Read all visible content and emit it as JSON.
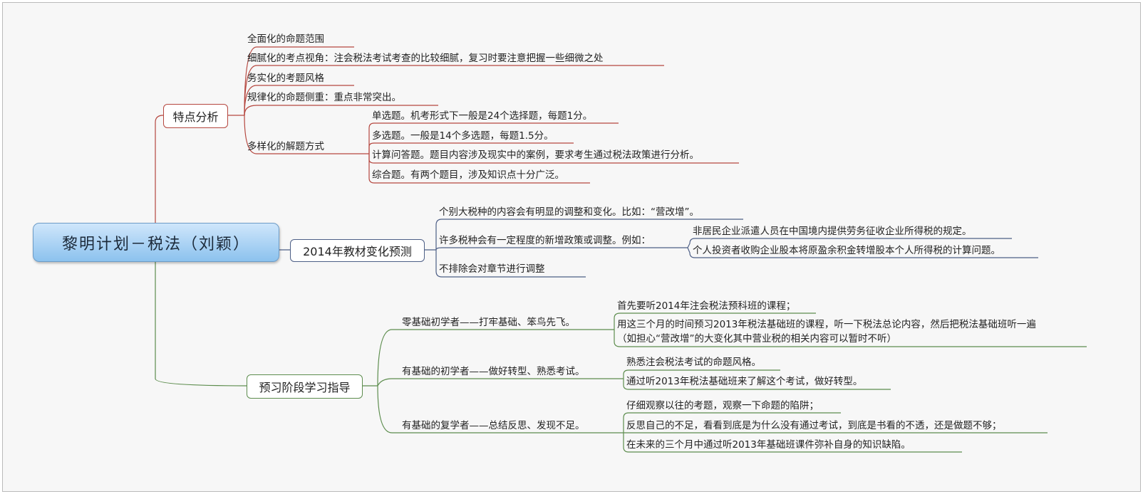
{
  "root": "黎明计划－税法（刘颖）",
  "branch1": {
    "title": "特点分析",
    "items": [
      "全面化的命题范围",
      "细腻化的考点视角：注会税法考试考查的比较细腻，复习时要注意把握一些细微之处",
      "务实化的考题风格",
      "规律化的命题侧重：重点非常突出。",
      "多样化的解题方式"
    ],
    "sub": [
      "单选题。机考形式下一般是24个选择题，每题1分。",
      "多选题。一般是14个多选题，每题1.5分。",
      "计算问答题。题目内容涉及现实中的案例，要求考生通过税法政策进行分析。",
      "综合题。有两个题目，涉及知识点十分广泛。"
    ]
  },
  "branch2": {
    "title": "2014年教材变化预测",
    "items": [
      "个别大税种的内容会有明显的调整和变化。比如：“营改增”。",
      "许多税种会有一定程度的新增政策或调整。例如：",
      "不排除会对章节进行调整"
    ],
    "sub": [
      "非居民企业派遣人员在中国境内提供劳务征收企业所得税的规定。",
      "个人投资者收购企业股本将原盈余积金转增股本个人所得税的计算问题。"
    ]
  },
  "branch3": {
    "title": "预习阶段学习指导",
    "items": [
      "零基础初学者——打牢基础、笨鸟先飞。",
      "有基础的初学者——做好转型、熟悉考试。",
      "有基础的复学者——总结反思、发现不足。"
    ],
    "sub1": [
      "首先要听2014年注会税法预科班的课程；",
      "用这三个月的时间预习2013年税法基础班的课程，听一下税法总论内容，然后把税法基础班听一遍",
      "（如担心“营改增”的大变化其中营业税的相关内容可以暂时不听）"
    ],
    "sub2": [
      "熟悉注会税法考试的命题风格。",
      "通过听2013年税法基础班来了解这个考试，做好转型。"
    ],
    "sub3": [
      "仔细观察以往的考题，观察一下命题的陷阱；",
      "反思自己的不足，看看到底是为什么没有通过考试，到底是书看的不透，还是做题不够；",
      "在未来的三个月中通过听2013年基础班课件弥补自身的知识缺陷。"
    ]
  },
  "colors": {
    "red": "#b5473f",
    "blue": "#4d5f86",
    "green": "#5d8d4e"
  }
}
